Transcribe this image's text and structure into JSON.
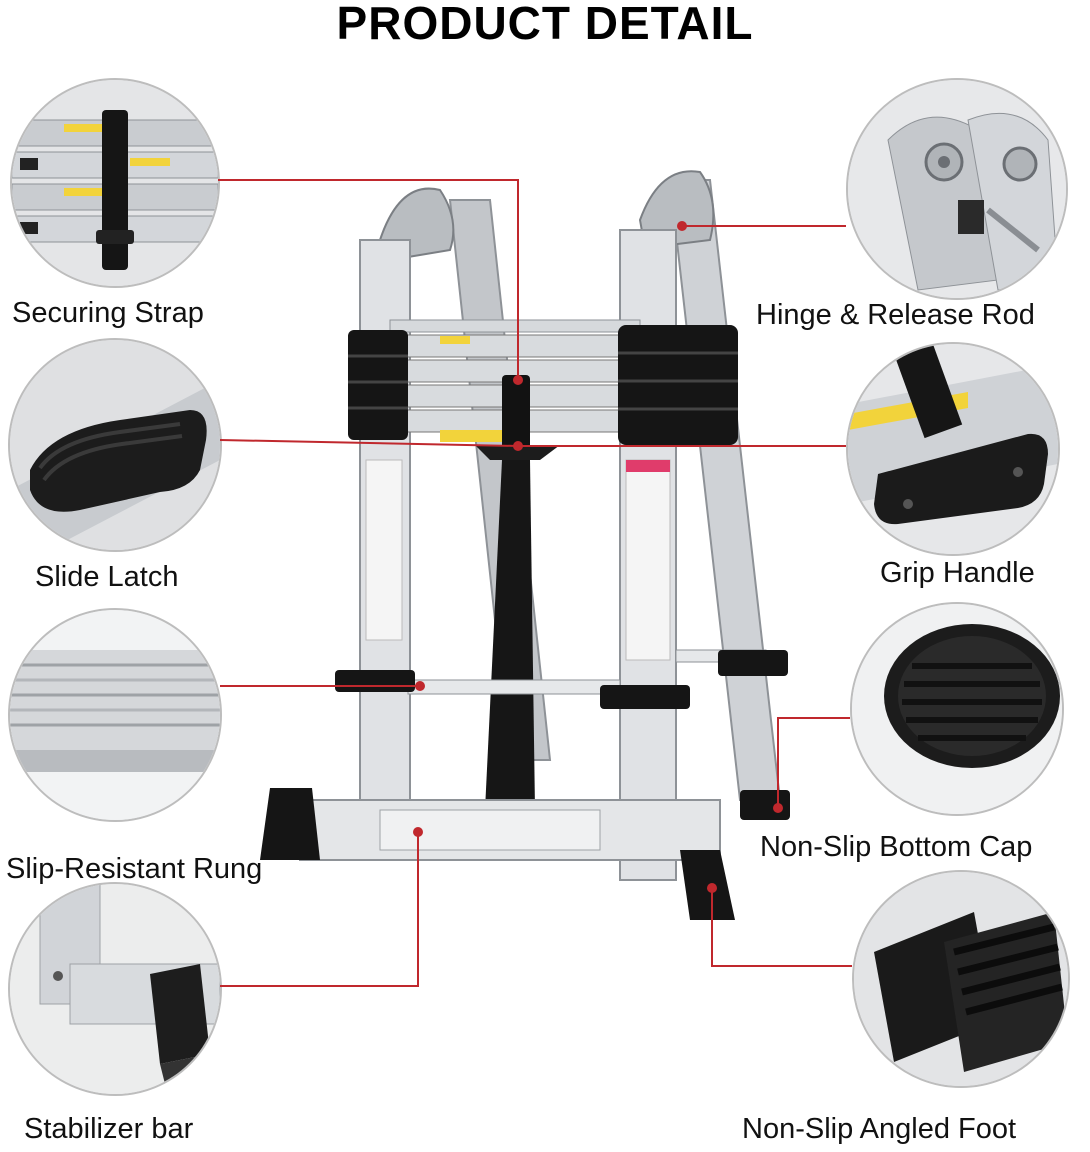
{
  "title": "PRODUCT DETAIL",
  "labels": {
    "securing_strap": "Securing Strap",
    "slide_latch": "Slide Latch",
    "slip_resistant_rung": "Slip-Resistant Rung",
    "stabilizer_bar": "Stabilizer bar",
    "hinge_release_rod": "Hinge & Release Rod",
    "grip_handle": "Grip Handle",
    "non_slip_bottom_cap": "Non-Slip Bottom Cap",
    "non_slip_angled_foot": "Non-Slip Angled Foot"
  },
  "colors": {
    "callout_line": "#c0282d",
    "aluminum": "#d7d9dc",
    "rubber": "#1a1a1a",
    "warning_label": "#f2d33b"
  }
}
